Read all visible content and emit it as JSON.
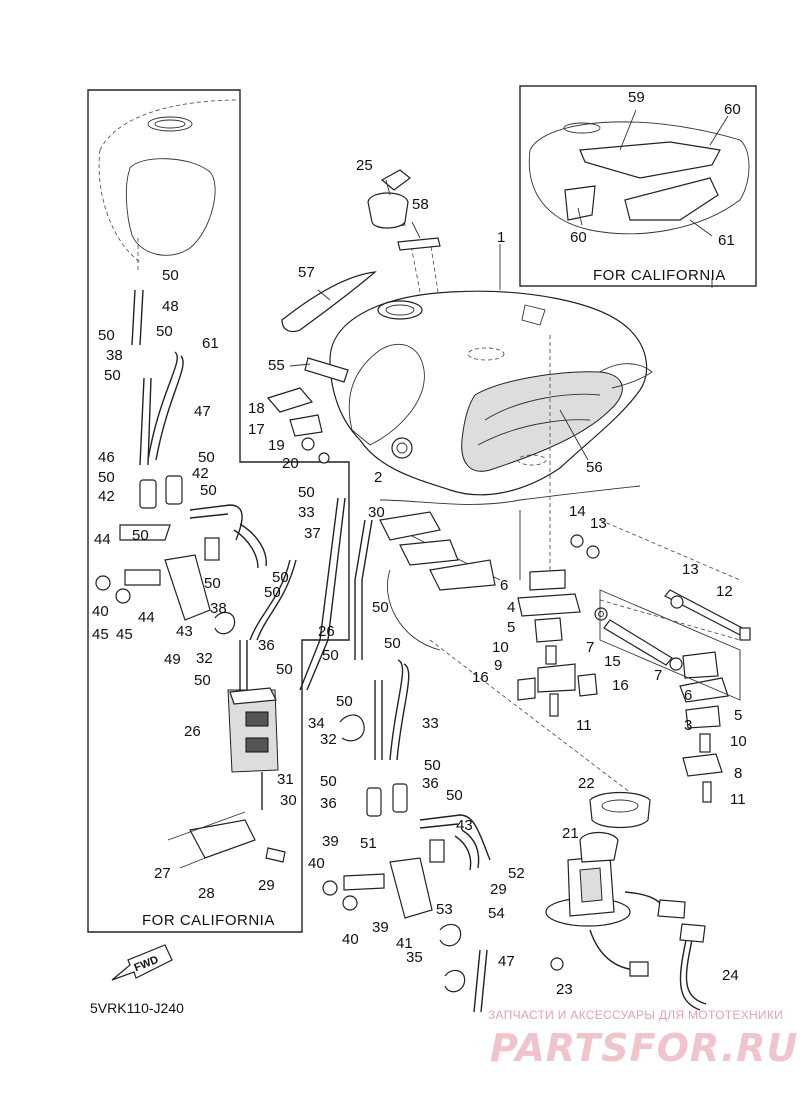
{
  "diagram_code": "5VRK110-J240",
  "panels": {
    "left_caption": "FOR CALIFORNIA",
    "right_caption": "FOR CALIFORNIA"
  },
  "fwd_label": "FWD",
  "watermark": {
    "tagline": "ЗАПЧАСТИ И АКСЕССУАРЫ ДЛЯ МОТОТЕХНИКИ",
    "logo": "PARTSFOR.RU"
  },
  "callouts": [
    "1",
    "2",
    "3",
    "4",
    "5",
    "5",
    "6",
    "6",
    "7",
    "7",
    "8",
    "9",
    "10",
    "10",
    "11",
    "11",
    "12",
    "13",
    "13",
    "14",
    "15",
    "16",
    "16",
    "17",
    "18",
    "19",
    "20",
    "21",
    "22",
    "23",
    "24",
    "25",
    "26",
    "26",
    "27",
    "28",
    "29",
    "29",
    "30",
    "30",
    "31",
    "32",
    "32",
    "33",
    "33",
    "34",
    "35",
    "36",
    "36",
    "36",
    "37",
    "38",
    "38",
    "39",
    "39",
    "40",
    "40",
    "40",
    "41",
    "42",
    "42",
    "43",
    "43",
    "44",
    "44",
    "45",
    "45",
    "46",
    "47",
    "47",
    "48",
    "49",
    "50",
    "50",
    "50",
    "50",
    "50",
    "50",
    "50",
    "50",
    "50",
    "50",
    "50",
    "50",
    "50",
    "50",
    "50",
    "50",
    "50",
    "50",
    "50",
    "50",
    "50",
    "51",
    "52",
    "53",
    "54",
    "55",
    "56",
    "57",
    "58",
    "59",
    "60",
    "60",
    "61",
    "61"
  ]
}
